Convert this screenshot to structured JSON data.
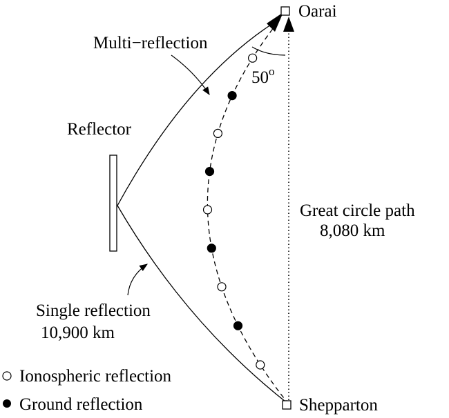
{
  "labels": {
    "oarai": "Oarai",
    "shepparton": "Shepparton",
    "multi_reflection": "Multi−reflection",
    "reflector": "Reflector",
    "angle": "50",
    "angle_unit": "o",
    "great_circle_line1": "Great circle path",
    "great_circle_line2": "8,080 km",
    "single_reflection_line1": "Single reflection",
    "single_reflection_line2": "10,900 km"
  },
  "legend": {
    "ionospheric": "Ionospheric reflection",
    "ground": "Ground reflection"
  },
  "reflection_points": [
    "ionospheric",
    "ground",
    "ionospheric",
    "ground",
    "ionospheric",
    "ground",
    "ionospheric",
    "ground",
    "ionospheric"
  ]
}
